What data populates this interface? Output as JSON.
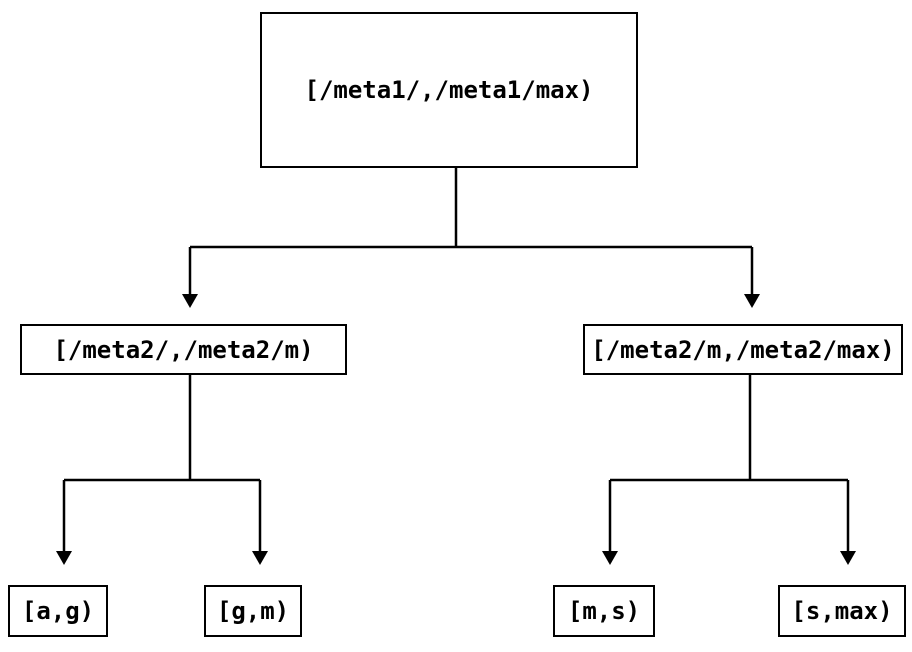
{
  "diagram": {
    "kind": "binary-interval-partition-tree",
    "colors": {
      "background": "#ffffff",
      "line": "#000000",
      "node_border": "#000000",
      "text": "#000000"
    },
    "tree": {
      "label": "[/meta1/,/meta1/max)",
      "children": [
        {
          "label": "[/meta2/,/meta2/m)",
          "children": [
            {
              "label": "[a,g)"
            },
            {
              "label": "[g,m)"
            }
          ]
        },
        {
          "label": "[/meta2/m,/meta2/max)",
          "children": [
            {
              "label": "[m,s)"
            },
            {
              "label": "[s,max)"
            }
          ]
        }
      ]
    }
  }
}
